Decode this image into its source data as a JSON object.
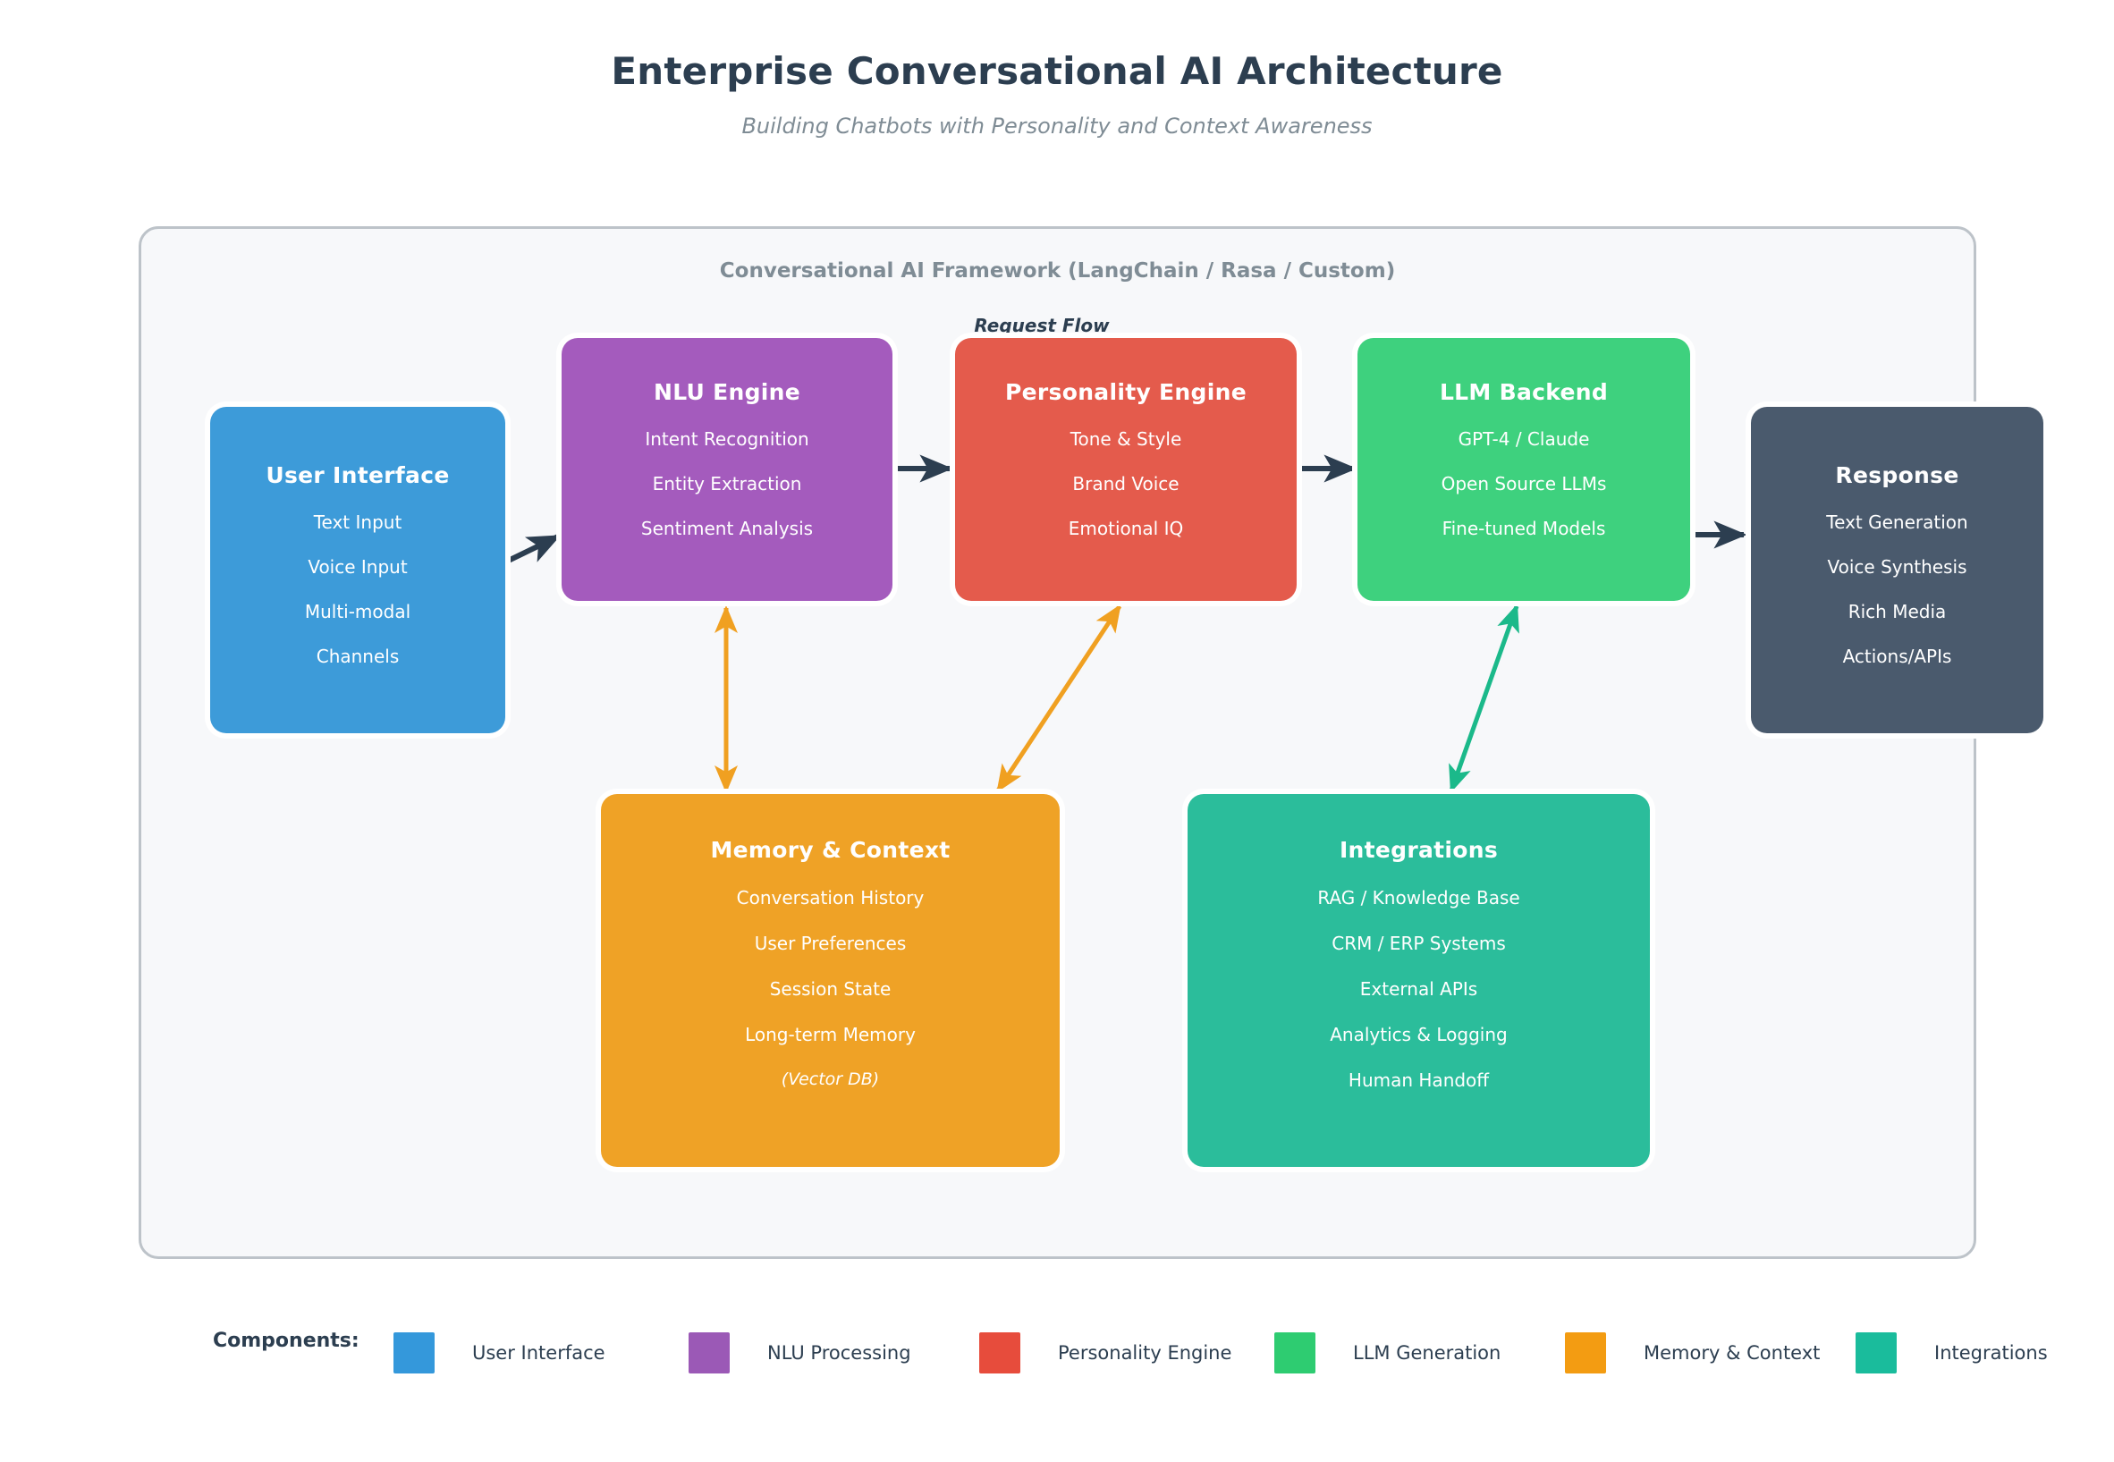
{
  "header": {
    "title": "Enterprise Conversational AI Architecture",
    "subtitle": "Building Chatbots with Personality and Context Awareness"
  },
  "framework": {
    "label": "Conversational AI Framework (LangChain / Rasa / Custom)",
    "flow_label": "Request Flow",
    "background": "#f7f8fa",
    "border_color": "#bdc3c9"
  },
  "nodes": [
    {
      "id": "user-interface",
      "title": "User Interface",
      "color": "#3d9bd9",
      "items": [
        "Text Input",
        "Voice Input",
        "Multi-modal",
        "Channels"
      ]
    },
    {
      "id": "nlu-engine",
      "title": "NLU Engine",
      "color": "#a45bbd",
      "items": [
        "Intent Recognition",
        "Entity Extraction",
        "Sentiment Analysis"
      ]
    },
    {
      "id": "personality-engine",
      "title": "Personality Engine",
      "color": "#e45b4c",
      "items": [
        "Tone & Style",
        "Brand Voice",
        "Emotional IQ"
      ]
    },
    {
      "id": "llm-backend",
      "title": "LLM Backend",
      "color": "#3ed17e",
      "items": [
        "GPT-4 / Claude",
        "Open Source LLMs",
        "Fine-tuned Models"
      ]
    },
    {
      "id": "response",
      "title": "Response",
      "color": "#4a5a6d",
      "items": [
        "Text Generation",
        "Voice Synthesis",
        "Rich Media",
        "Actions/APIs"
      ]
    },
    {
      "id": "memory-context",
      "title": "Memory & Context",
      "color": "#efa226",
      "items": [
        "Conversation History",
        "User Preferences",
        "Session State",
        "Long-term Memory",
        "(Vector DB)"
      ]
    },
    {
      "id": "integrations",
      "title": "Integrations",
      "color": "#2bbd9b",
      "items": [
        "RAG / Knowledge Base",
        "CRM / ERP Systems",
        "External APIs",
        "Analytics & Logging",
        "Human Handoff"
      ]
    }
  ],
  "connections": [
    {
      "from": "user-interface",
      "to": "nlu-engine",
      "color": "#2c3e50",
      "direction": "forward"
    },
    {
      "from": "nlu-engine",
      "to": "personality-engine",
      "color": "#2c3e50",
      "direction": "forward"
    },
    {
      "from": "personality-engine",
      "to": "llm-backend",
      "color": "#2c3e50",
      "direction": "forward"
    },
    {
      "from": "llm-backend",
      "to": "response",
      "color": "#2c3e50",
      "direction": "forward"
    },
    {
      "from": "nlu-engine",
      "to": "memory-context",
      "color": "#f0a021",
      "direction": "bidirectional"
    },
    {
      "from": "personality-engine",
      "to": "memory-context",
      "color": "#f0a021",
      "direction": "bidirectional"
    },
    {
      "from": "llm-backend",
      "to": "integrations",
      "color": "#1bb98a",
      "direction": "bidirectional"
    }
  ],
  "legend": {
    "title": "Components:",
    "items": [
      {
        "label": "User Interface",
        "color": "#3498db"
      },
      {
        "label": "NLU Processing",
        "color": "#9b59b6"
      },
      {
        "label": "Personality Engine",
        "color": "#e74c3c"
      },
      {
        "label": "LLM Generation",
        "color": "#2ecc71"
      },
      {
        "label": "Memory & Context",
        "color": "#f39c12"
      },
      {
        "label": "Integrations",
        "color": "#1abc9c"
      }
    ]
  }
}
